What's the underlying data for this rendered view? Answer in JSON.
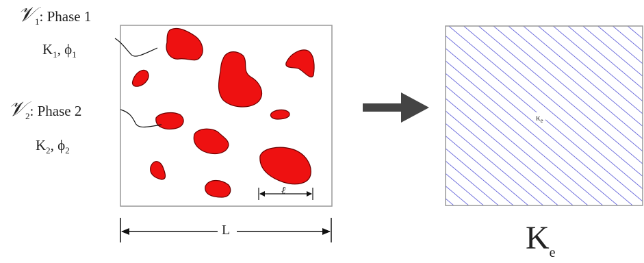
{
  "phase1": {
    "symbol": "𝒱",
    "symbol_sub": "1",
    "label": ": Phase 1",
    "k": "K",
    "k_sub": "1",
    "phi": "ϕ",
    "phi_sub": "1"
  },
  "phase2": {
    "symbol": "𝒱",
    "symbol_sub": "2",
    "label": ": Phase 2",
    "k": "K",
    "k_sub": "2",
    "phi": "ϕ",
    "phi_sub": "2"
  },
  "dimensions": {
    "big_length": "L",
    "small_length": "ℓ"
  },
  "effective": {
    "small_label": "κ",
    "small_sub": "e",
    "big_label": "K",
    "big_sub": "e"
  },
  "colors": {
    "inclusion_fill": "#ee1111",
    "hatch": "#3a3ad0",
    "box_border": "#999999",
    "arrow": "#444444"
  }
}
